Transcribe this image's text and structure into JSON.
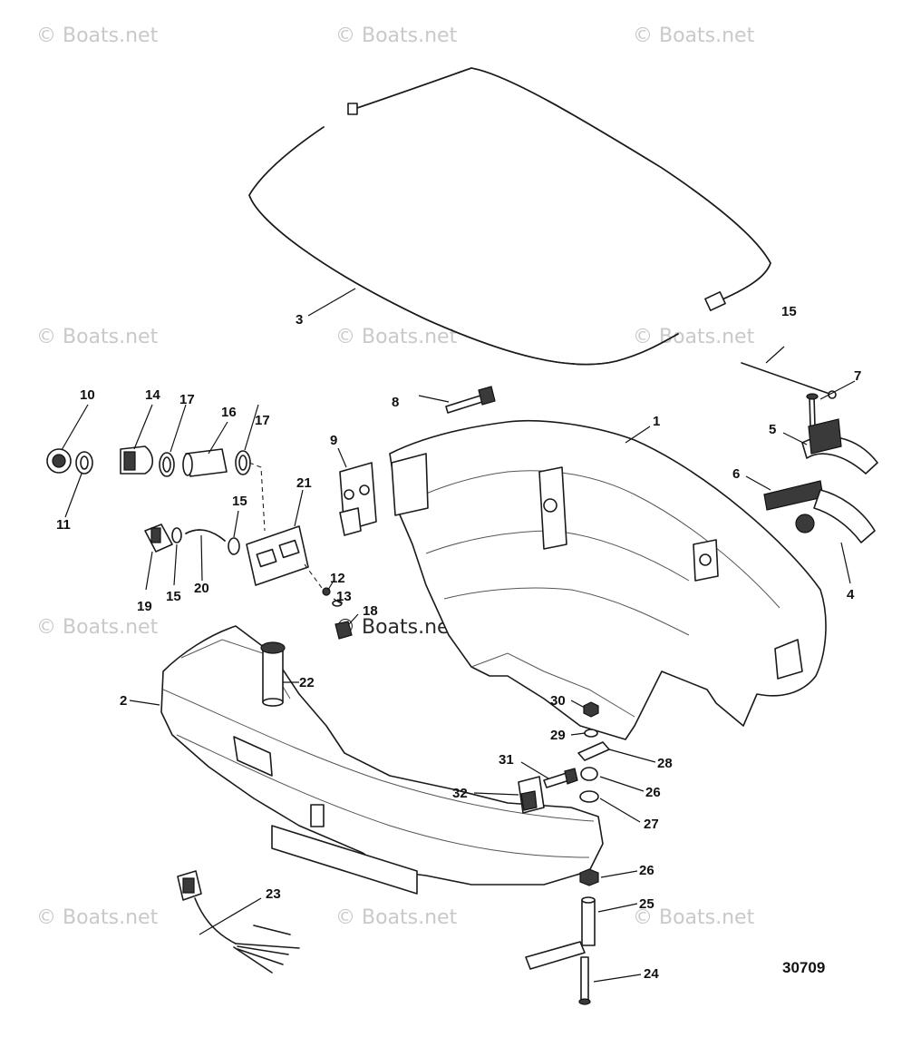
{
  "watermark": {
    "text": "© Boats.net",
    "color": "#c9c9c9"
  },
  "figure_number": "30709",
  "callouts": [
    {
      "id": "1",
      "text": "1"
    },
    {
      "id": "2",
      "text": "2"
    },
    {
      "id": "3",
      "text": "3"
    },
    {
      "id": "4",
      "text": "4"
    },
    {
      "id": "5",
      "text": "5"
    },
    {
      "id": "6",
      "text": "6"
    },
    {
      "id": "7",
      "text": "7"
    },
    {
      "id": "8",
      "text": "8"
    },
    {
      "id": "9",
      "text": "9"
    },
    {
      "id": "10",
      "text": "10"
    },
    {
      "id": "11",
      "text": "11"
    },
    {
      "id": "12",
      "text": "12"
    },
    {
      "id": "13",
      "text": "13"
    },
    {
      "id": "14",
      "text": "14"
    },
    {
      "id": "15a",
      "text": "15"
    },
    {
      "id": "15b",
      "text": "15"
    },
    {
      "id": "15c",
      "text": "15"
    },
    {
      "id": "16",
      "text": "16"
    },
    {
      "id": "17a",
      "text": "17"
    },
    {
      "id": "17b",
      "text": "17"
    },
    {
      "id": "18",
      "text": "18"
    },
    {
      "id": "19",
      "text": "19"
    },
    {
      "id": "20",
      "text": "20"
    },
    {
      "id": "21",
      "text": "21"
    },
    {
      "id": "22",
      "text": "22"
    },
    {
      "id": "23",
      "text": "23"
    },
    {
      "id": "24",
      "text": "24"
    },
    {
      "id": "25",
      "text": "25"
    },
    {
      "id": "26a",
      "text": "26"
    },
    {
      "id": "26b",
      "text": "26"
    },
    {
      "id": "27",
      "text": "27"
    },
    {
      "id": "28",
      "text": "28"
    },
    {
      "id": "29",
      "text": "29"
    },
    {
      "id": "30",
      "text": "30"
    },
    {
      "id": "31",
      "text": "31"
    },
    {
      "id": "32",
      "text": "32"
    }
  ]
}
